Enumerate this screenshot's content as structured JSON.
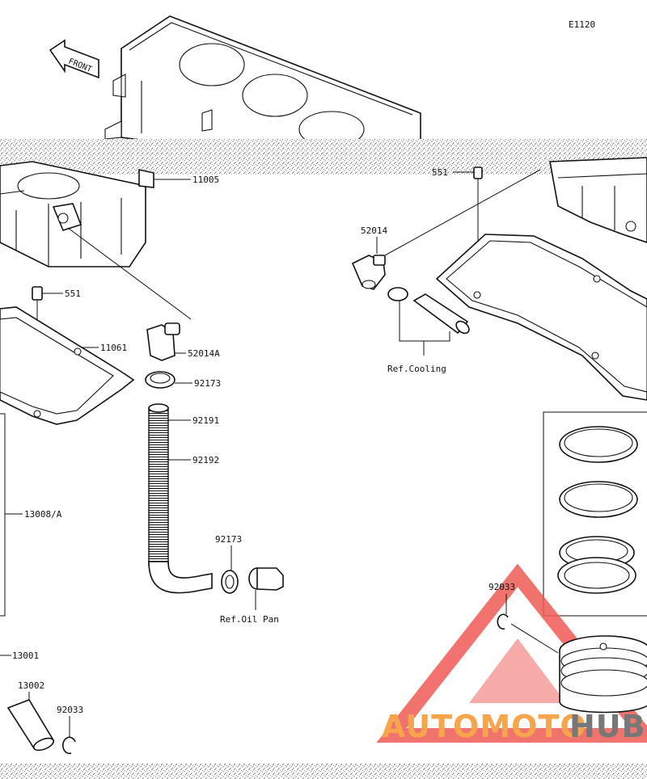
{
  "diagram_code": "E1120",
  "front_arrow_label": "FRONT",
  "labels": {
    "p11005": "11005",
    "p551_left": "551",
    "p551_right": "551",
    "p11061": "11061",
    "p52014A": "52014A",
    "p92173_upper": "92173",
    "p92191": "92191",
    "p92192": "92192",
    "p13008A": "13008/A",
    "p92173_lower": "92173",
    "ref_oil_pan": "Ref.Oil Pan",
    "p52014": "52014",
    "ref_cooling": "Ref.Cooling",
    "p92033_right": "92033",
    "p13001": "13001",
    "p13002": "13002",
    "p92033_left": "92033"
  },
  "watermark": {
    "part1": "AUTOMOTO",
    "part2": "HUB",
    "color_primary": "#f6a54a",
    "color_secondary": "#777777",
    "triangle_color": "#ef5a55"
  }
}
